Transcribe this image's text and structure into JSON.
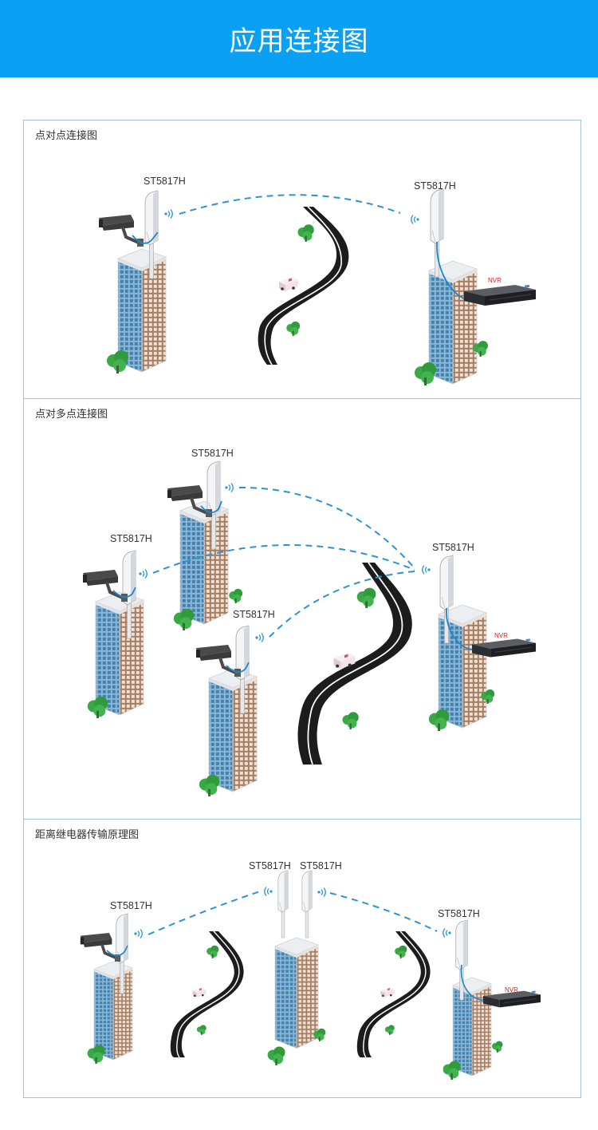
{
  "header": {
    "title": "应用连接图"
  },
  "colors": {
    "header_bg": "#0aa0f3",
    "panel_border": "#9fc6d8",
    "wireless_link": "#2a95d2",
    "cable": "#1f86c9",
    "nvr_text": "#d81e1e"
  },
  "panels": [
    {
      "caption": "点对点连接图",
      "devices": [
        {
          "label": "ST5817H"
        },
        {
          "label": "ST5817H"
        }
      ],
      "nvr_label": "NVR"
    },
    {
      "caption": "点对多点连接图",
      "devices": [
        {
          "label": "ST5817H"
        },
        {
          "label": "ST5817H"
        },
        {
          "label": "ST5817H"
        },
        {
          "label": "ST5817H"
        }
      ],
      "nvr_label": "NVR"
    },
    {
      "caption": "距离继电器传输原理图",
      "devices": [
        {
          "label": "ST5817H"
        },
        {
          "label": "ST5817H"
        },
        {
          "label": "ST5817H"
        },
        {
          "label": "ST5817H"
        }
      ],
      "nvr_label": "NVR"
    }
  ]
}
